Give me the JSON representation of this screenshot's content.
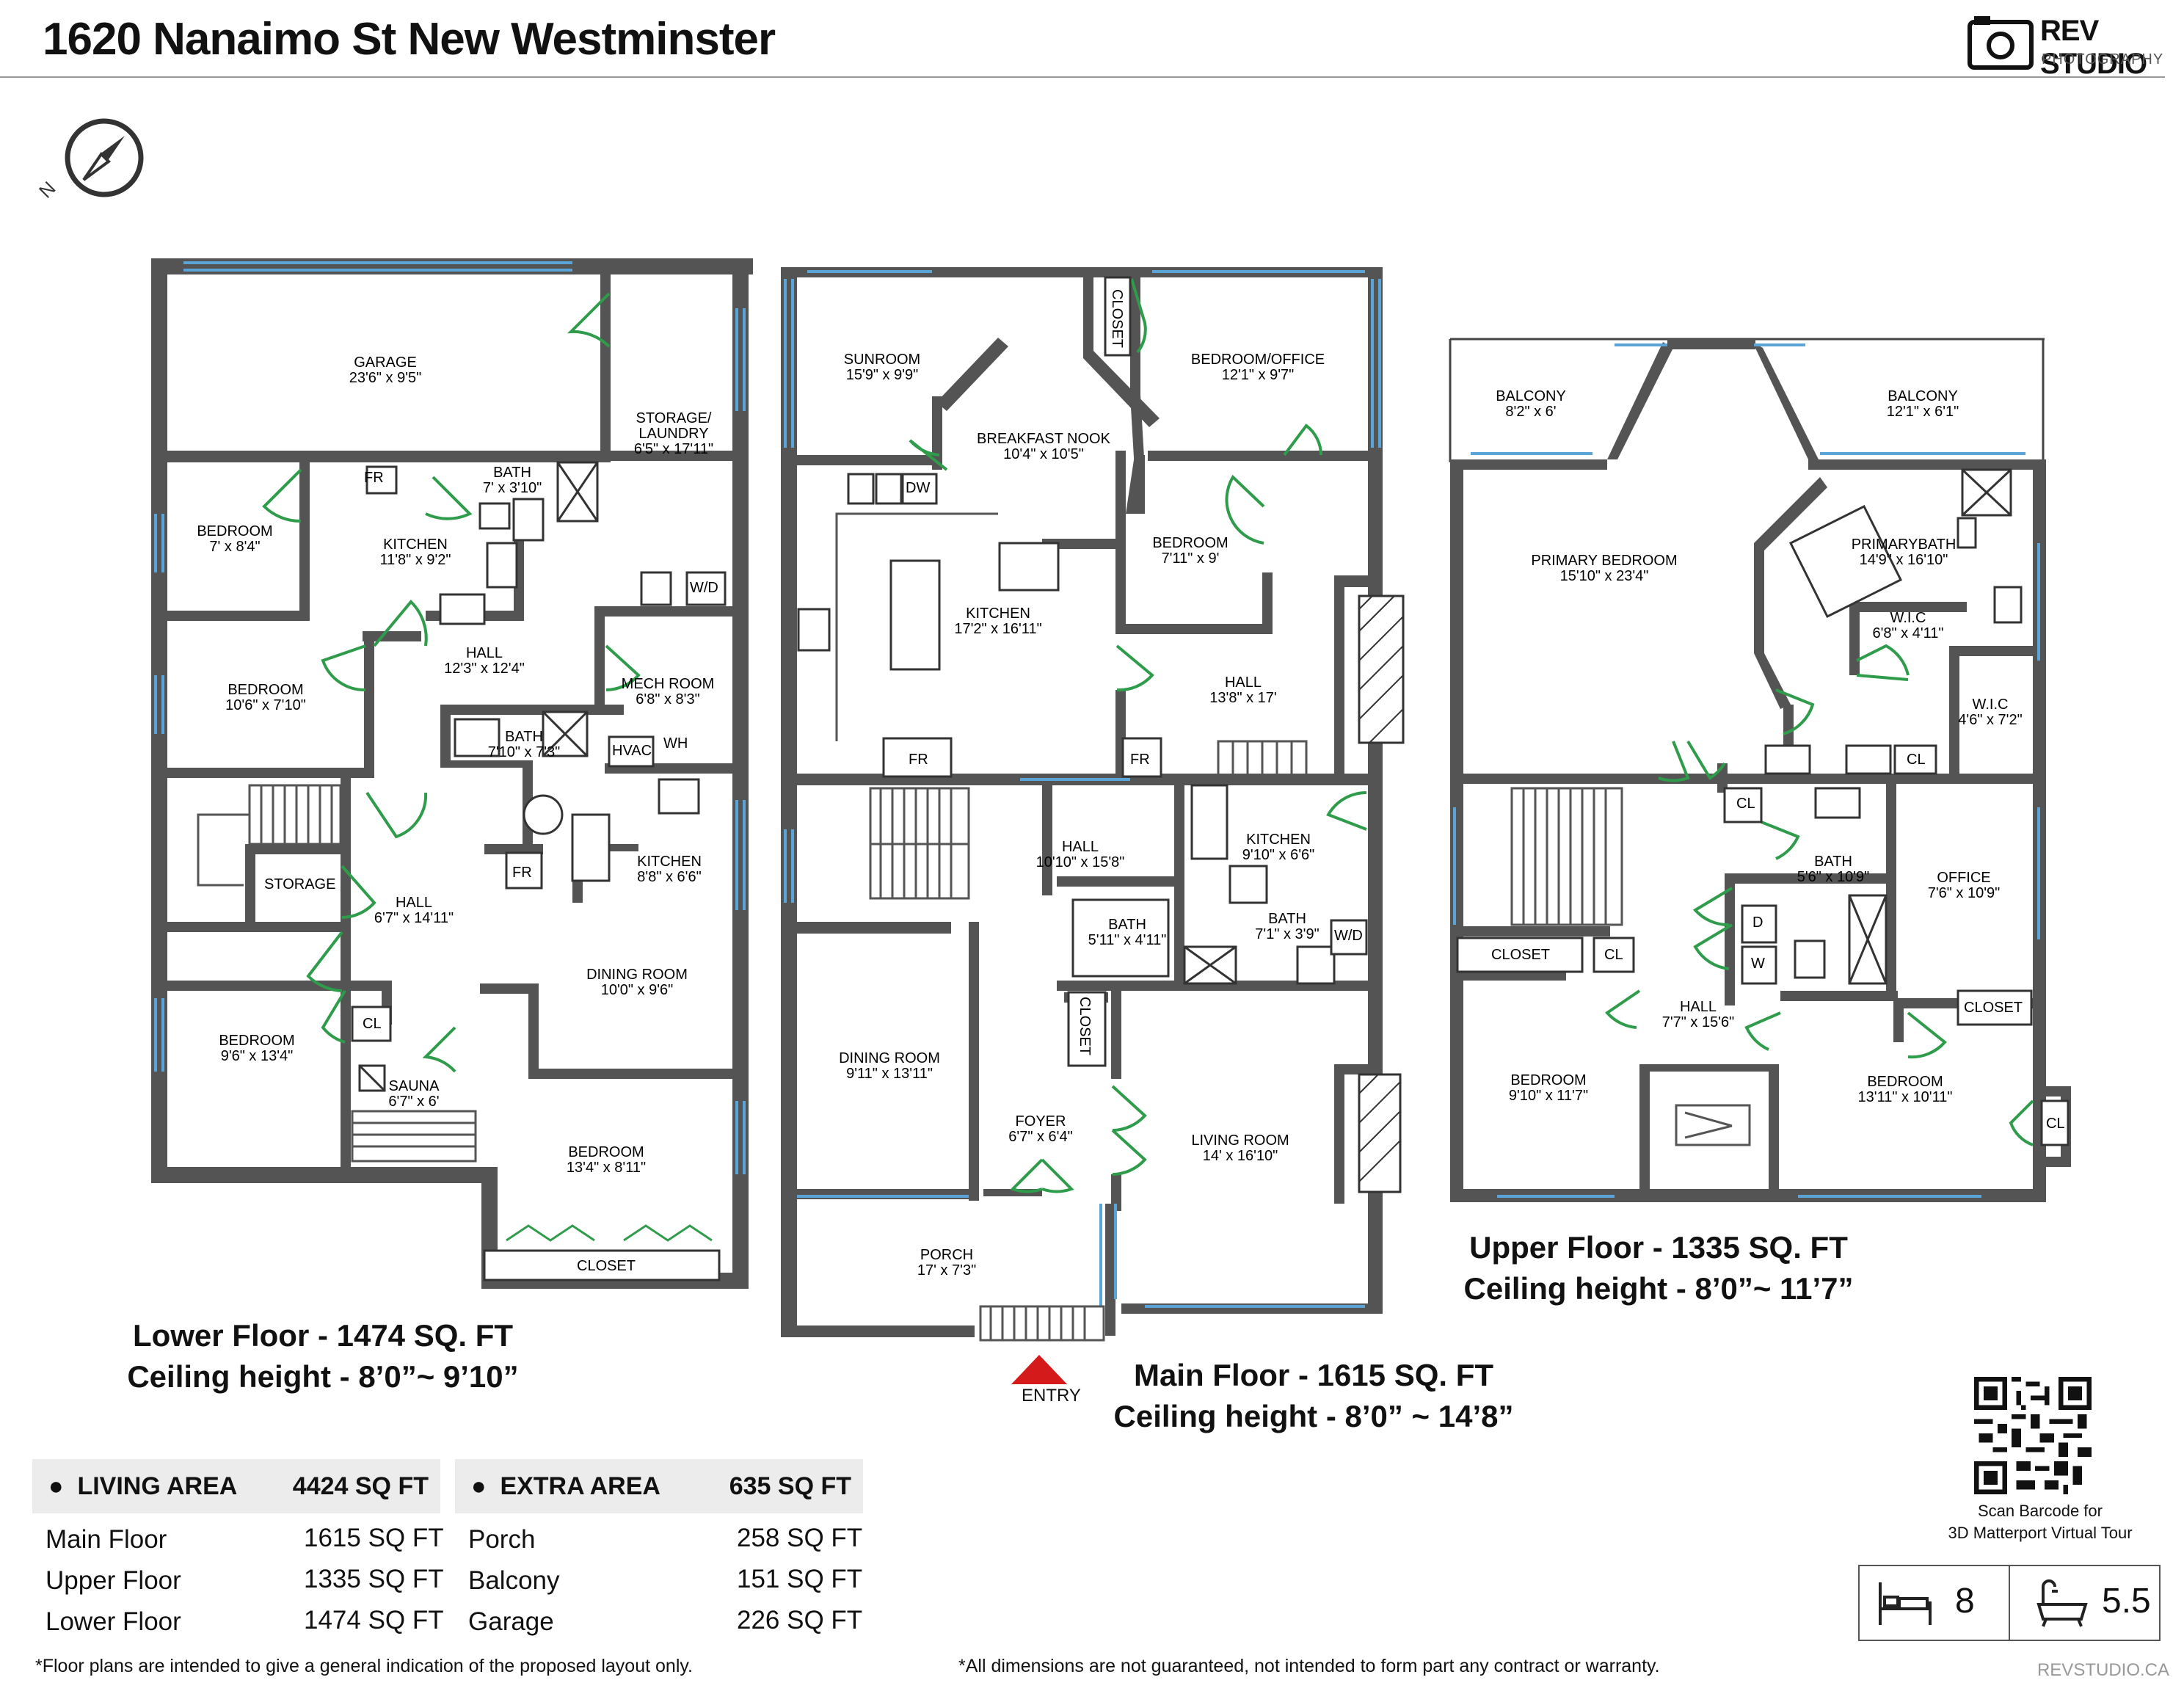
{
  "header": {
    "title": "1620 Nanaimo St New Westminster",
    "logo_main": "REV STUDIO",
    "logo_sub": "PHOTOGRAPHY",
    "compass_letter": "N"
  },
  "lower_floor": {
    "rooms": {
      "garage": [
        "GARAGE",
        "23'6\" x 9'5\""
      ],
      "storage_laundry": [
        "STORAGE/",
        "LAUNDRY",
        "6'5\" x 17'11\""
      ],
      "bedroom1": [
        "BEDROOM",
        "7' x 8'4\""
      ],
      "bath1": [
        "BATH",
        "7' x 3'10\""
      ],
      "kitchen": [
        "KITCHEN",
        "11'8\" x 9'2\""
      ],
      "bedroom2": [
        "BEDROOM",
        "10'6\" x 7'10\""
      ],
      "hall1": [
        "HALL",
        "12'3\" x 12'4\""
      ],
      "mech": [
        "MECH ROOM",
        "6'8\" x 8'3\""
      ],
      "bath2": [
        "BATH",
        "7'10\" x 7'3\""
      ],
      "kitchen2": [
        "KITCHEN",
        "8'8\" x 6'6\""
      ],
      "hall2": [
        "HALL",
        "6'7\" x 14'11\""
      ],
      "dining": [
        "DINING ROOM",
        "10'0\" x 9'6\""
      ],
      "bedroom3": [
        "BEDROOM",
        "9'6\" x 13'4\""
      ],
      "sauna": [
        "SAUNA",
        "6'7\" x 6'"
      ],
      "bedroom4": [
        "BEDROOM",
        "13'4\" x 8'11\""
      ]
    },
    "fixtures": {
      "fr1": "FR",
      "wd": "W/D",
      "hvac": "HVAC",
      "wh": "WH",
      "storage": "STORAGE",
      "fr2": "FR",
      "cl": "CL",
      "closet": "CLOSET"
    },
    "caption": [
      "Lower Floor - 1474 SQ. FT",
      "Ceiling height - 8’0”~ 9’10”"
    ]
  },
  "main_floor": {
    "rooms": {
      "sunroom": [
        "SUNROOM",
        "15'9\" x 9'9\""
      ],
      "nook": [
        "BREAKFAST NOOK",
        "10'4\" x 10'5\""
      ],
      "bedroom_office": [
        "BEDROOM/OFFICE",
        "12'1\" x 9'7\""
      ],
      "kitchen": [
        "KITCHEN",
        "17'2\" x 16'11\""
      ],
      "bedroom": [
        "BEDROOM",
        "7'11\" x 9'"
      ],
      "hall1": [
        "HALL",
        "13'8\" x 17'"
      ],
      "hall2": [
        "HALL",
        "10'10\" x 15'8\""
      ],
      "kitchen2": [
        "KITCHEN",
        "9'10\" x 6'6\""
      ],
      "bath1": [
        "BATH",
        "5'11\" x 4'11\""
      ],
      "bath2": [
        "BATH",
        "7'1\" x 3'9\""
      ],
      "dining": [
        "DINING ROOM",
        "9'11\" x 13'11\""
      ],
      "foyer": [
        "FOYER",
        "6'7\" x 6'4\""
      ],
      "living": [
        "LIVING ROOM",
        "14' x 16'10\""
      ],
      "porch": [
        "PORCH",
        "17' x 7'3\""
      ]
    },
    "fixtures": {
      "closet1": "CLOSET",
      "dw": "DW",
      "fr1": "FR",
      "fr2": "FR",
      "wd": "W/D",
      "closet2": "CLOSET"
    },
    "entry": "ENTRY",
    "caption": [
      "Main Floor - 1615 SQ. FT",
      "Ceiling height - 8’0” ~ 14’8”"
    ]
  },
  "upper_floor": {
    "rooms": {
      "balcony1": [
        "BALCONY",
        "8'2\" x 6'"
      ],
      "balcony2": [
        "BALCONY",
        "12'1\" x 6'1\""
      ],
      "primary_bed": [
        "PRIMARY BEDROOM",
        "15'10\" x 23'4\""
      ],
      "primary_bath": [
        "PRIMARYBATH",
        "14'9\" x 16'10\""
      ],
      "wic1": [
        "W.I.C",
        "6'8\" x 4'11\""
      ],
      "wic2": [
        "W.I.C",
        "4'6\" x 7'2\""
      ],
      "bath": [
        "BATH",
        "5'6\" x 10'9\""
      ],
      "office": [
        "OFFICE",
        "7'6\" x 10'9\""
      ],
      "hall": [
        "HALL",
        "7'7\" x 15'6\""
      ],
      "bedroom1": [
        "BEDROOM",
        "9'10\" x 11'7\""
      ],
      "bedroom2": [
        "BEDROOM",
        "13'11\" x 10'11\""
      ]
    },
    "fixtures": {
      "cl1": "CL",
      "cl2": "CL",
      "closet1": "CLOSET",
      "cl3": "CL",
      "d": "D",
      "w": "W",
      "closet2": "CLOSET",
      "cl4": "CL"
    },
    "caption": [
      "Upper Floor - 1335 SQ. FT",
      "Ceiling height - 8’0”~ 11’7”"
    ]
  },
  "living_area": {
    "heading": "LIVING AREA",
    "total": "4424 SQ FT",
    "rows": [
      [
        "Main Floor",
        "1615 SQ FT"
      ],
      [
        "Upper Floor",
        "1335 SQ FT"
      ],
      [
        "Lower Floor",
        "1474 SQ FT"
      ]
    ]
  },
  "extra_area": {
    "heading": "EXTRA AREA",
    "total": "635 SQ FT",
    "rows": [
      [
        "Porch",
        "258 SQ FT"
      ],
      [
        "Balcony",
        "151 SQ FT"
      ],
      [
        "Garage",
        "226 SQ FT"
      ]
    ]
  },
  "qr": {
    "caption_line1": "Scan Barcode for",
    "caption_line2": "3D Matterport Virtual Tour"
  },
  "stats": {
    "bedrooms": "8",
    "bathrooms": "5.5",
    "bed_icon": "bed-icon",
    "bath_icon": "bathtub-icon"
  },
  "footer": {
    "left": "*Floor plans are intended to give a general indication of the proposed layout only.",
    "middle": "*All dimensions are not guaranteed, not intended to form part any contract or warranty.",
    "site": "REVSTUDIO.CA"
  },
  "colors": {
    "wall": "#545454",
    "window": "#5aa4d8",
    "door": "#2e9c4a",
    "entry_arrow": "#d41a1a"
  }
}
